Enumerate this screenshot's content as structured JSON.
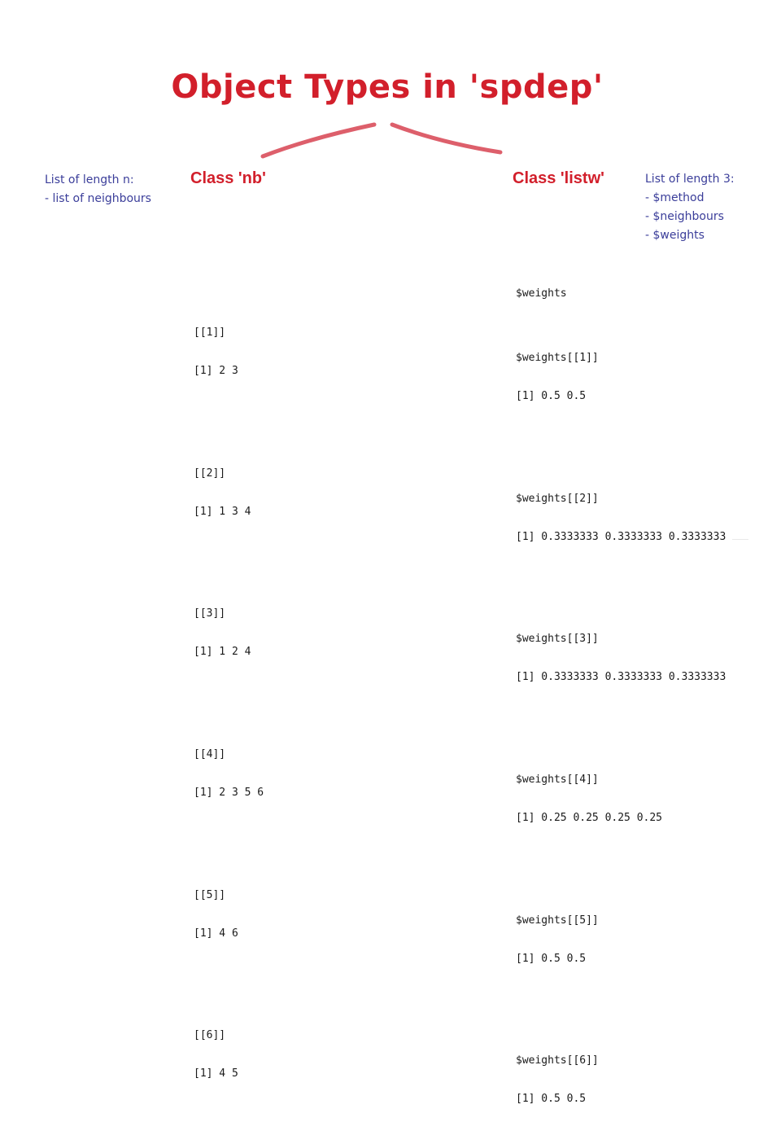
{
  "title": "Object Types in 'spdep'",
  "colors": {
    "accent": "#d21f2b",
    "note": "#3b3e9a",
    "connector": "#dd5f6b",
    "code": "#1a1a1a"
  },
  "nb": {
    "class_label": "Class 'nb'",
    "note_lines": [
      "List of length n:",
      "- list of neighbours"
    ],
    "entries": [
      {
        "index": "[[1]]",
        "values": "[1] 2 3"
      },
      {
        "index": "[[2]]",
        "values": "[1] 1 3 4"
      },
      {
        "index": "[[3]]",
        "values": "[1] 1 2 4"
      },
      {
        "index": "[[4]]",
        "values": "[1] 2 3 5 6"
      },
      {
        "index": "[[5]]",
        "values": "[1] 4 6"
      },
      {
        "index": "[[6]]",
        "values": "[1] 4 5"
      }
    ]
  },
  "listw": {
    "class_label": "Class 'listw'",
    "note_lines": [
      "List of length 3:",
      "- $method",
      "- $neighbours",
      "- $weights"
    ],
    "header": "$weights",
    "entries": [
      {
        "index": "$weights[[1]]",
        "values": "[1] 0.5 0.5"
      },
      {
        "index": "$weights[[2]]",
        "values": "[1] 0.3333333 0.3333333 0.3333333"
      },
      {
        "index": "$weights[[3]]",
        "values": "[1] 0.3333333 0.3333333 0.3333333"
      },
      {
        "index": "$weights[[4]]",
        "values": "[1] 0.25 0.25 0.25 0.25"
      },
      {
        "index": "$weights[[5]]",
        "values": "[1] 0.5 0.5"
      },
      {
        "index": "$weights[[6]]",
        "values": "[1] 0.5 0.5"
      }
    ]
  }
}
